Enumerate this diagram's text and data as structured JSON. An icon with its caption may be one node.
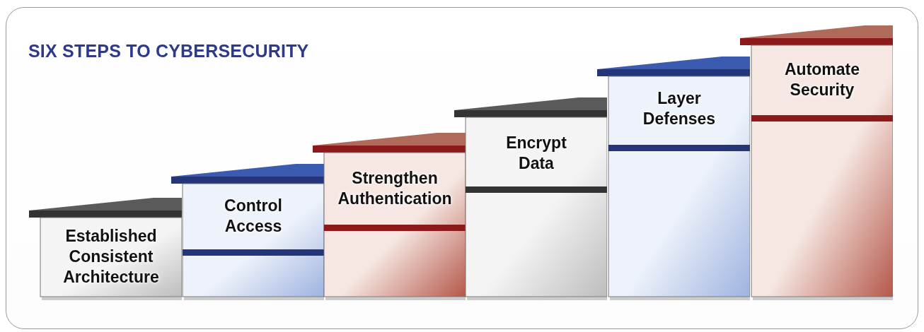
{
  "diagram": {
    "title": "SIX STEPS TO CYBERSECURITY",
    "nodes": [
      {
        "text": [
          "Established Consistent Architecture"
        ]
      },
      {
        "text": [
          "Control Access"
        ]
      },
      {
        "text": [
          "Strengthen Authentication"
        ]
      },
      {
        "text": [
          "Encrypt Data"
        ]
      },
      {
        "text": [
          "Layer Defenses"
        ]
      },
      {
        "text": [
          "Automate Security"
        ]
      }
    ]
  }
}
